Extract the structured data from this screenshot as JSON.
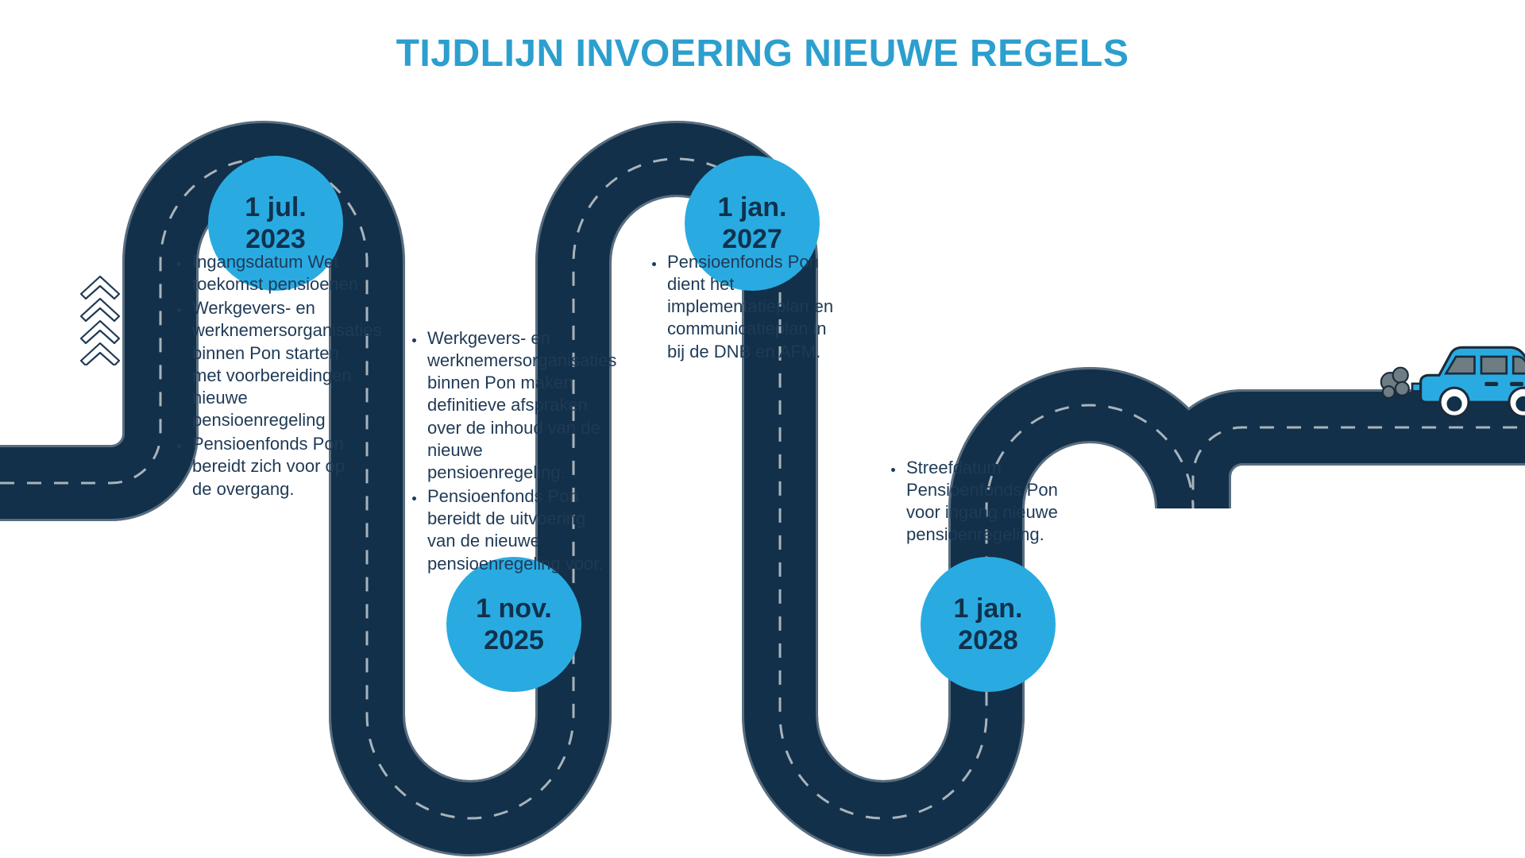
{
  "page": {
    "title": "TIJDLIJN INVOERING NIEUWE REGELS",
    "background_color": "#FFFFFF"
  },
  "colors": {
    "title_blue": "#2C9FCE",
    "milestone_fill": "#29ABE2",
    "road_fill": "#123049",
    "road_edge": "#9AA7B0",
    "road_dash": "#A8B3BC",
    "text_navy": "#1F3A56",
    "milestone_text": "#10314C",
    "car_body": "#29ABE2",
    "car_window": "#6E7C84",
    "car_outline": "#1B2B3A",
    "smoke": "#6E7C84",
    "chevron_stroke": "#1F3A56"
  },
  "milestones": [
    {
      "id": "milestone-2023",
      "day": "1 jul.",
      "year": "2023",
      "bullets": [
        "Ingangsdatum Wet toekomst pensioenen",
        "Werkgevers- en werknemersorganisaties binnen Pon starten met voorbereidingen nieuwe pensioenregeling",
        "Pensioenfonds Pon bereidt zich voor op de overgang."
      ]
    },
    {
      "id": "milestone-2025",
      "day": "1 nov.",
      "year": "2025",
      "bullets": [
        "Werkgevers- en werknemersorganisaties binnen Pon maken definitieve afspraken over de inhoud van de nieuwe pensioenregeling.",
        "Pensioenfonds Pon bereidt de uitvoering van de nieuwe pensioenregeling voor."
      ]
    },
    {
      "id": "milestone-2027",
      "day": "1 jan.",
      "year": "2027",
      "bullets": [
        "Pensioenfonds Pon dient het implementatieplan en communicatieplan in bij de DNB en AFM."
      ]
    },
    {
      "id": "milestone-2028",
      "day": "1 jan.",
      "year": "2028",
      "bullets": [
        "Streefdatum Pensioenfonds Pon voor ingang nieuwe pensioenregeling."
      ]
    }
  ],
  "decorations": {
    "chevron_count": 4,
    "chevron_direction": "up",
    "car_label": "blue-car",
    "smoke_label": "exhaust-smoke"
  }
}
